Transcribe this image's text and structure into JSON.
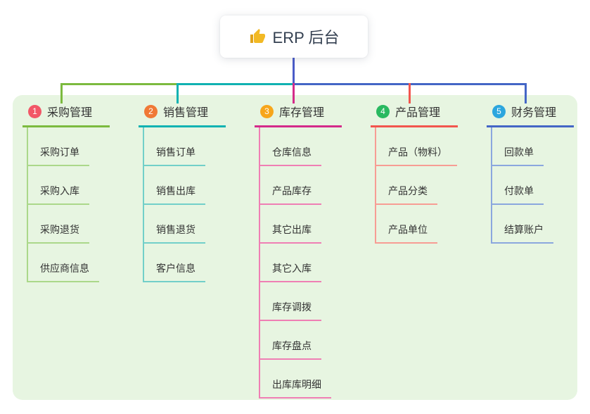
{
  "root": {
    "title": "ERP 后台",
    "icon": "thumbs-up",
    "icon_color": "#f2b924",
    "connector_color": "#4a5cc8"
  },
  "canvas": {
    "background": "#ffffff",
    "panel_color": "#e7f5e1",
    "text_color": "#333333"
  },
  "branches": [
    {
      "badge": "1",
      "label": "采购管理",
      "badge_color": "#f25767",
      "line_color": "#7cba3f",
      "child_line_color": "#abd88a",
      "children": [
        "采购订单",
        "采购入库",
        "采购退货",
        "供应商信息"
      ]
    },
    {
      "badge": "2",
      "label": "销售管理",
      "badge_color": "#f07936",
      "line_color": "#10b2b2",
      "child_line_color": "#72cfc9",
      "children": [
        "销售订单",
        "销售出库",
        "销售退货",
        "客户信息"
      ]
    },
    {
      "badge": "3",
      "label": "库存管理",
      "badge_color": "#f7a61b",
      "line_color": "#d42b8a",
      "child_line_color": "#ef7fb4",
      "children": [
        "仓库信息",
        "产品库存",
        "其它出库",
        "其它入库",
        "库存调拨",
        "库存盘点",
        "出库库明细"
      ]
    },
    {
      "badge": "4",
      "label": "产品管理",
      "badge_color": "#29b960",
      "line_color": "#f2564e",
      "child_line_color": "#f79d94",
      "children": [
        "产品（物料）",
        "产品分类",
        "产品单位"
      ]
    },
    {
      "badge": "5",
      "label": "财务管理",
      "badge_color": "#2ca6de",
      "line_color": "#4466c6",
      "child_line_color": "#8ba7de",
      "children": [
        "回款单",
        "付款单",
        "结算账户"
      ]
    }
  ]
}
